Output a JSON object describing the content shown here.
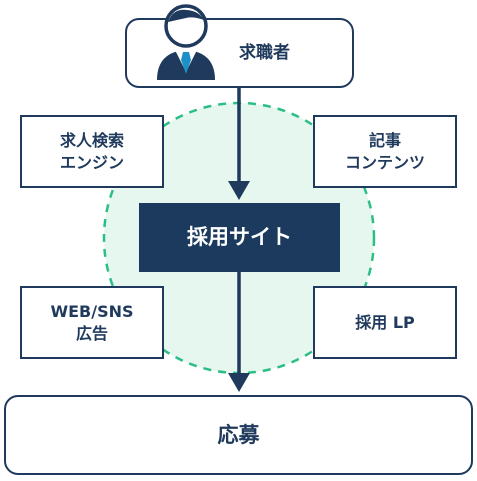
{
  "diagram": {
    "seeker_label": "求職者",
    "search_engine_label": "求人検索\nエンジン",
    "article_label": "記事\nコンテンツ",
    "site_label": "採用サイト",
    "ads_label": "WEB/SNS\n広告",
    "lp_label": "採用 LP",
    "apply_label": "応募"
  },
  "colors": {
    "navy": "#1f3a5c",
    "site_fill": "#1b3a5e",
    "circle_fill": "#e6f7ef",
    "circle_dash": "#2bbf85",
    "tie": "#1e90c8"
  },
  "icons": {
    "user": "businessman-icon"
  }
}
